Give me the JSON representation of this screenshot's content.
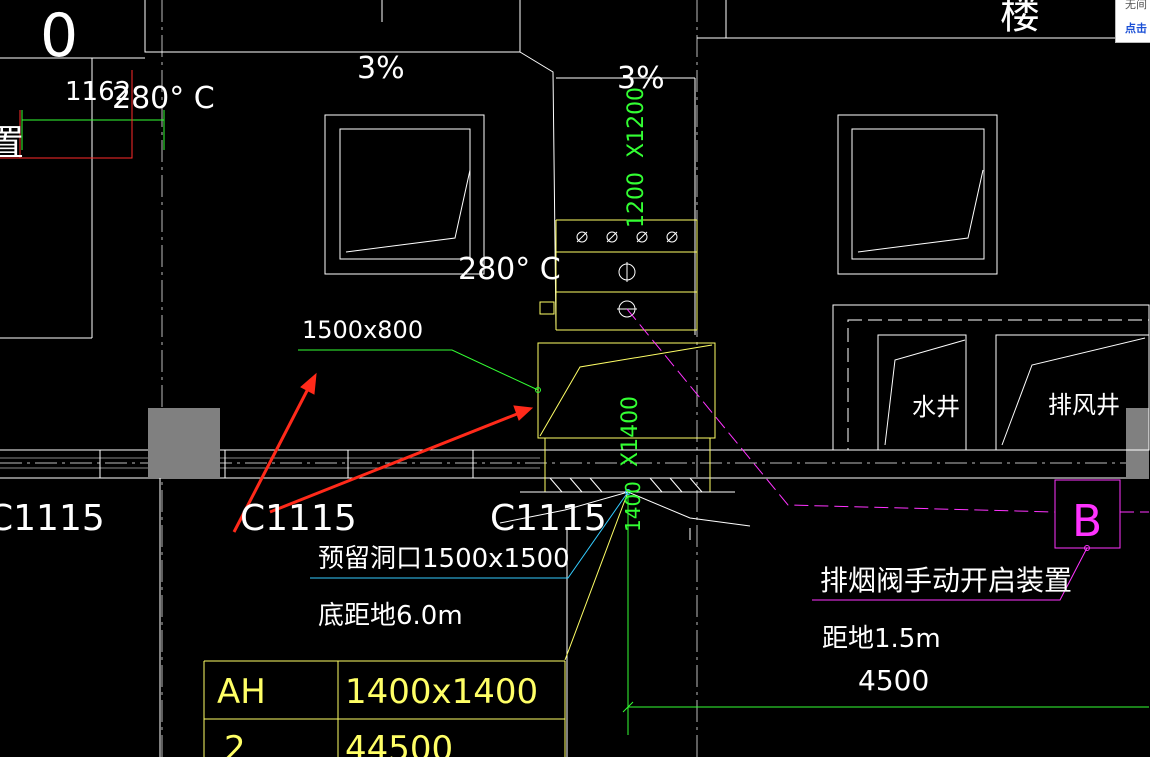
{
  "colors": {
    "background": "#000000",
    "wall": "#ffffff",
    "grid_line": "#cccccc",
    "duct": "#ffff66",
    "dimension": "#33ff33",
    "annotation_cyan": "#33ccff",
    "smoke_link": "#ff33ff",
    "column": "#808080",
    "arrow": "#ff2a1a",
    "red_line": "#ff2a2a"
  },
  "labels": {
    "slope_left": "3%",
    "slope_right": "3%",
    "temp_top": "280° C",
    "temp_mid": "280° C",
    "dim_1162": "1162",
    "duct_x1200": "X1200",
    "duct_1200": "1200",
    "duct_x1400": "X1400",
    "dim_1400": "1400",
    "size_1500x800": "1500x800",
    "axis_1": "C1115",
    "axis_2": "C1115",
    "axis_3": "C1115",
    "room_water": "水井",
    "room_exhaust": "排风井",
    "tag_b": "B",
    "reserved_hole": "预留洞口1500x1500",
    "bottom_height": "底距地6.0m",
    "smoke_valve": "排烟阀手动开启装置",
    "height_1_5": "距地1.5m",
    "dim_4500": "4500",
    "corner_text": "楼",
    "partial_top_left": "0",
    "partial_left": "置"
  },
  "table": {
    "rows": [
      [
        "AH",
        "1400x1400"
      ],
      [
        "2",
        "44500"
      ]
    ]
  },
  "popup": {
    "line1": "无间",
    "line2": "点击"
  }
}
